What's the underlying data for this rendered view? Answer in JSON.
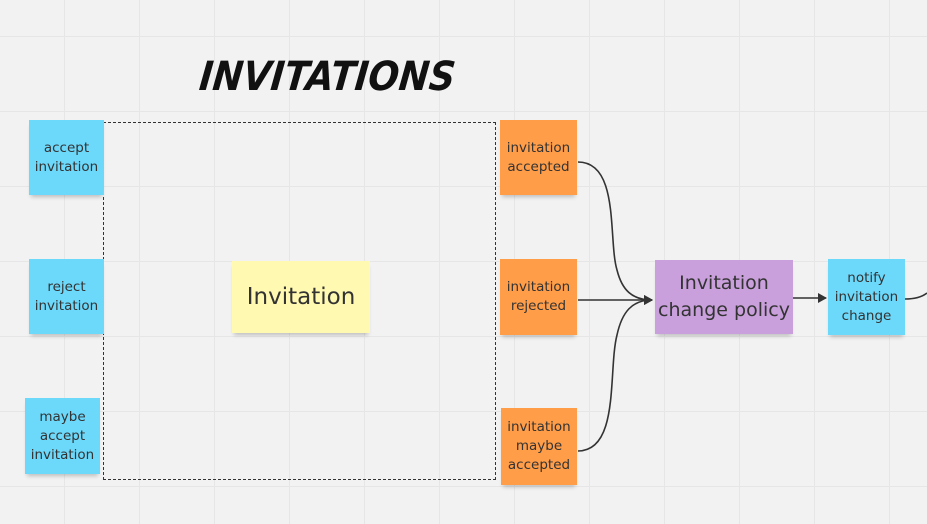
{
  "diagram": {
    "title": "INVITATIONS",
    "frame_label": "Invitation",
    "commands": [
      {
        "label": "accept\ninvitation"
      },
      {
        "label": "reject\ninvitation"
      },
      {
        "label": "maybe\naccept\ninvitation"
      }
    ],
    "events": [
      {
        "label": "invitation\naccepted"
      },
      {
        "label": "invitation\nrejected"
      },
      {
        "label": "invitation\nmaybe\naccepted"
      }
    ],
    "policy": {
      "label": "Invitation\nchange policy"
    },
    "notify": {
      "label": "notify\ninvitation\nchange"
    },
    "colors": {
      "command": "#6cd8fa",
      "event": "#ff9d48",
      "aggregate": "#fff9b1",
      "policy": "#c9a0dc",
      "connector": "#333333"
    }
  }
}
